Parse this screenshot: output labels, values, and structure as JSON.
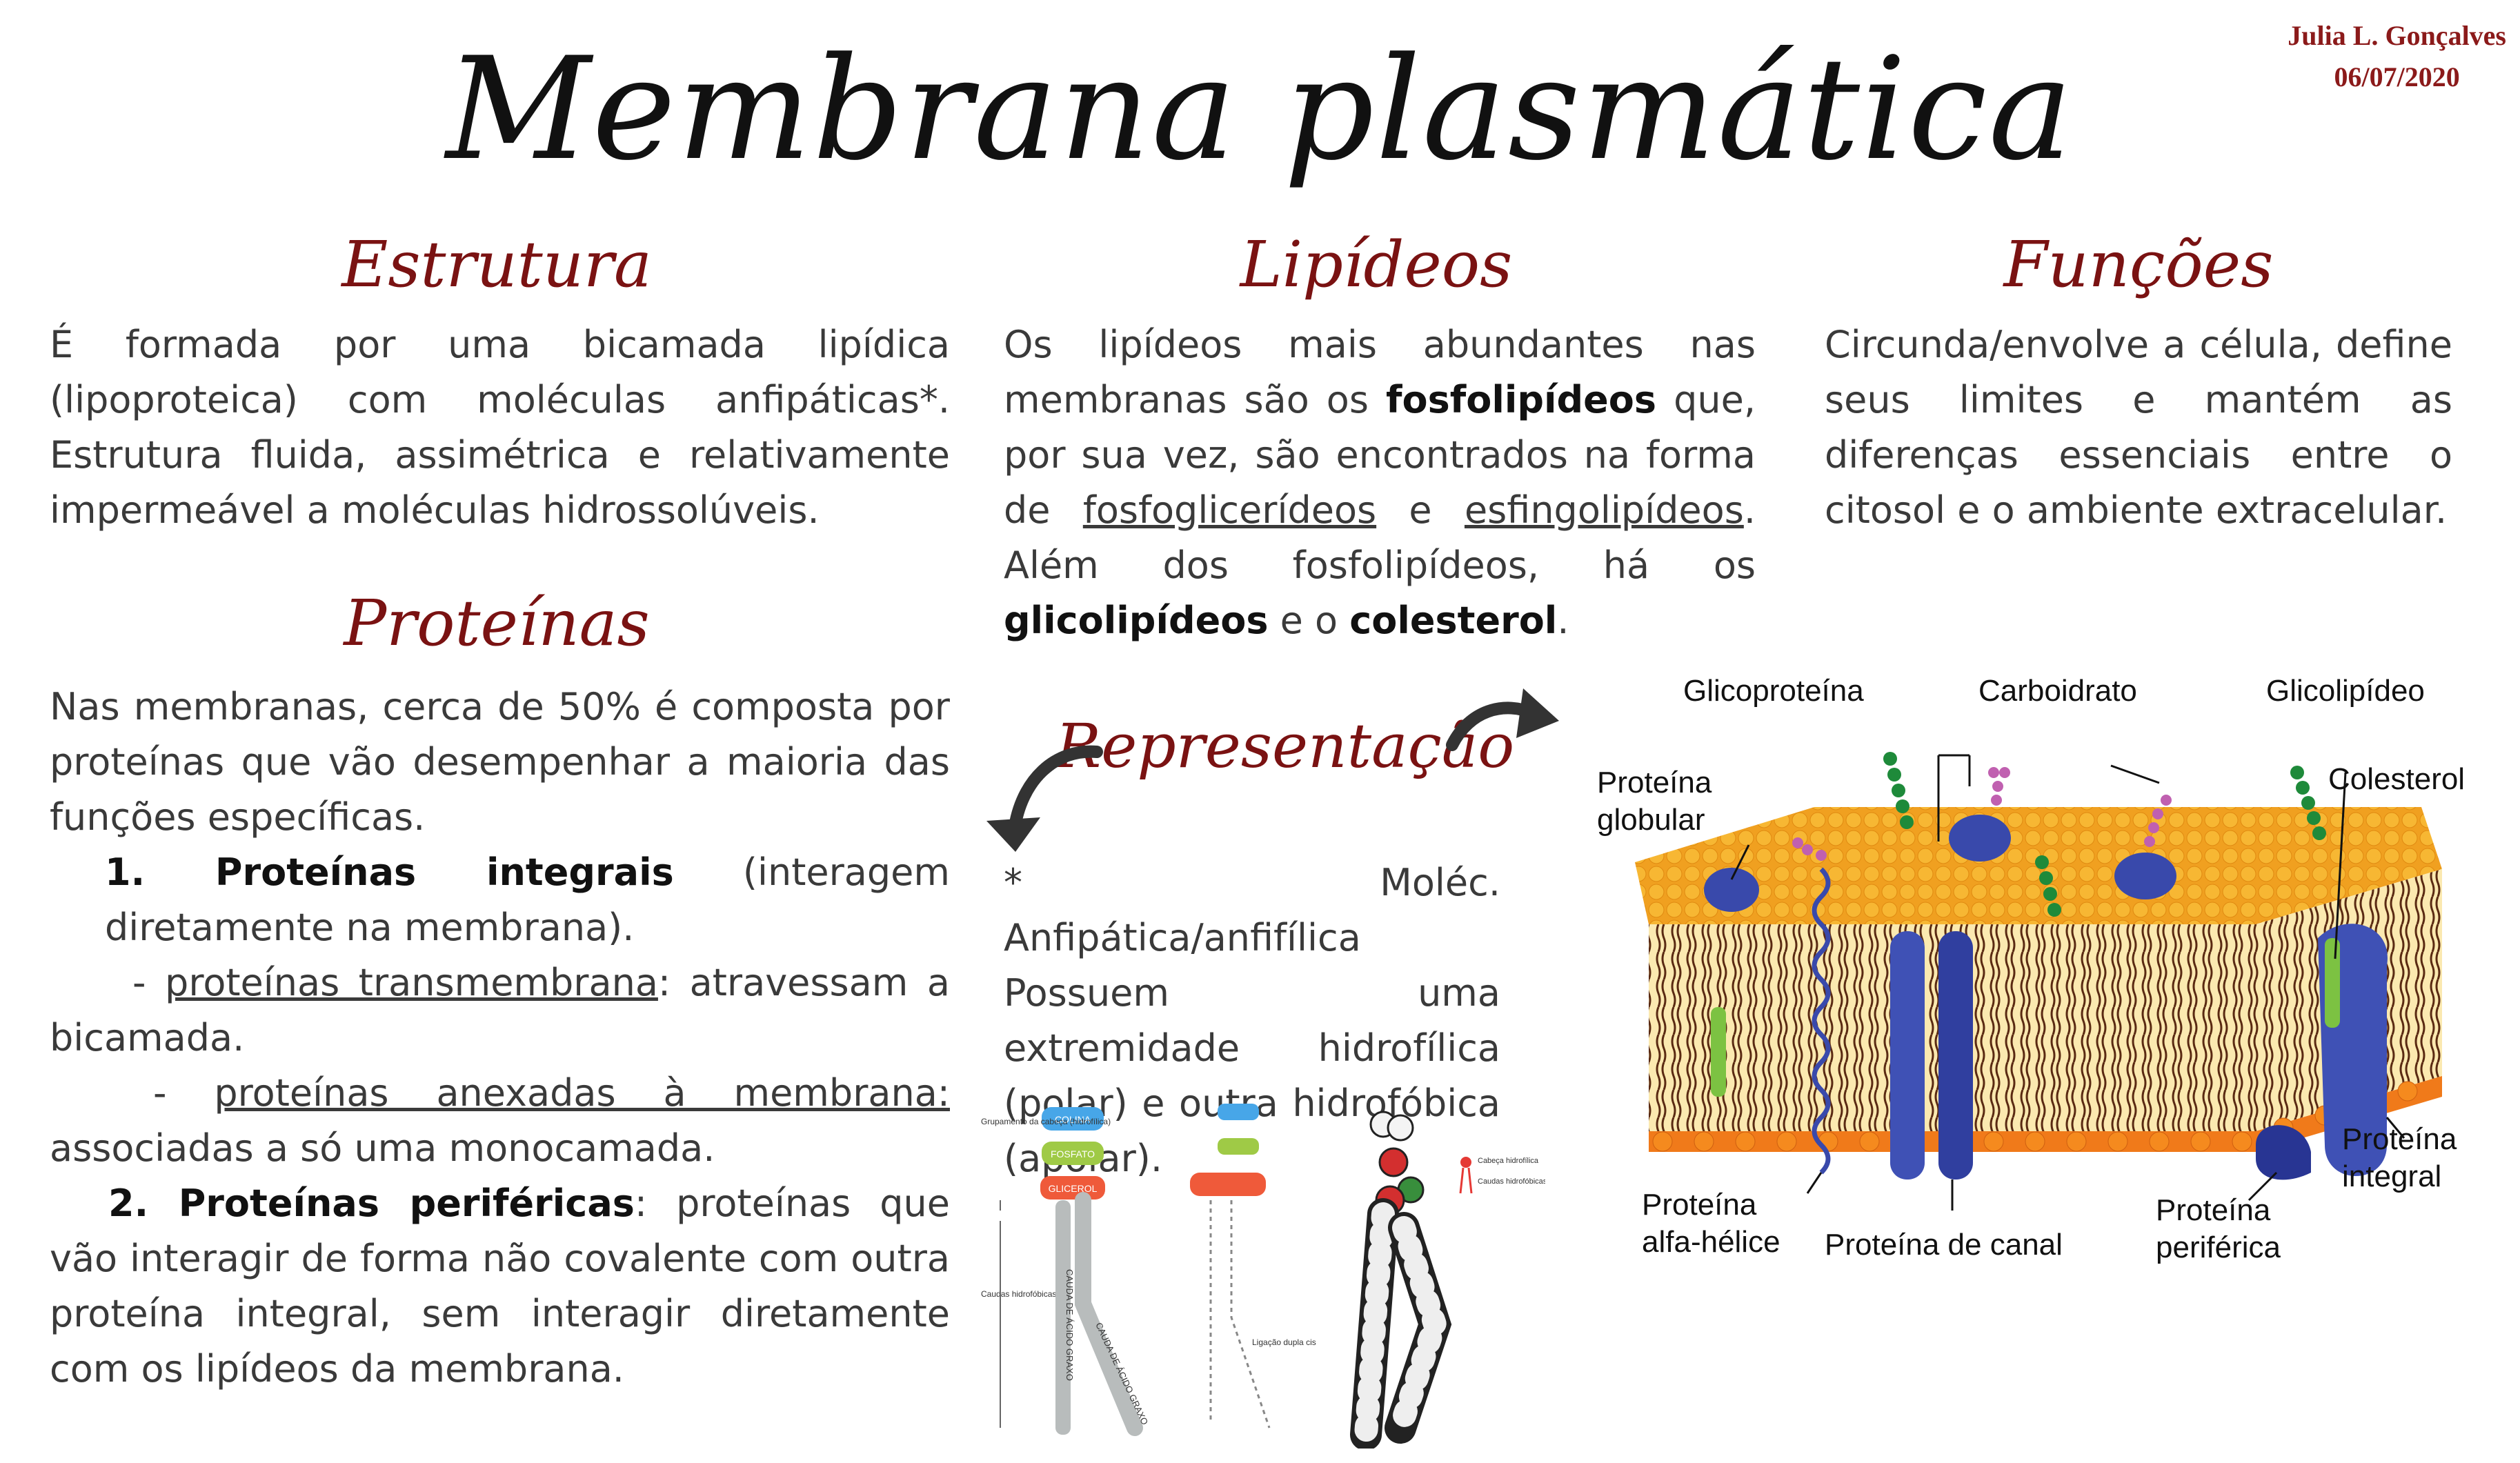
{
  "title": "Membrana plasmática",
  "author": {
    "name": "Julia L. Gonçalves",
    "date": "06/07/2020"
  },
  "estrutura": {
    "heading": "Estrutura",
    "text": "É formada por uma bicamada lipídica (lipoproteica) com moléculas anfipáticas*. Estrutura fluida, assimétrica e relativamente impermeável a moléculas hidrossolúveis."
  },
  "lipideos": {
    "heading": "Lipídeos",
    "t1": "Os lipídeos mais abundantes nas membranas são os ",
    "b1": "fosfolipídeos",
    "t2": " que, por sua vez, são encontrados na forma de ",
    "u1": "fosfoglicerídeos",
    "t3": " e ",
    "u2": "esfingolipídeos",
    "t4": ". Além dos fosfolipídeos, há os ",
    "b2": "glicolipídeos",
    "t5": " e o ",
    "b3": "colesterol",
    "t6": "."
  },
  "funcoes": {
    "heading": "Funções",
    "text": "Circunda/envolve a célula, define seus limites e mantém as diferenças essenciais entre o citosol e o ambiente extracelular."
  },
  "proteinas": {
    "heading": "Proteínas",
    "intro": "Nas membranas, cerca de 50% é composta por proteínas que vão desempenhar a maioria das funções específicas.",
    "item1_title": "1. Proteínas integrais",
    "item1_text": " (interagem diretamente na membrana).",
    "sub1_prefix": "- ",
    "sub1_u": "proteínas transmembrana",
    "sub1_text": ": atravessam a bicamada.",
    "sub2_prefix": "- ",
    "sub2_u": "proteínas anexadas à membrana:",
    "sub2_text": " associadas a só uma monocamada.",
    "item2_title": "2. Proteínas periféricas",
    "item2_text": ": proteínas que vão interagir de forma não covalente com outra proteína integral, sem interagir diretamente com os lipídeos da membrana."
  },
  "representacao": {
    "heading": "Representação",
    "note": "* Moléc. Anfipática/anfifílica Possuem uma extremidade hidrofílica (polar) e outra hidrofóbica (apolar)."
  },
  "phospholipid_figure": {
    "head_labels": [
      "COLINA",
      "FOSFATO",
      "GLICEROL"
    ],
    "group_label": "Grupamento da cabeça (hidrofílica)",
    "tail_label": "Caudas hidrofóbicas",
    "acid1": "CAUDA DE ÁCIDO GRAXO",
    "acid2": "CAUDA DE ÁCIDO GRAXO",
    "double_bond": "Ligação dupla cis",
    "legend_head": "Cabeça hidrofílica",
    "legend_tail": "Caudas hidrofóbicas"
  },
  "membrane_labels": {
    "glicoproteina": "Glicoproteína",
    "carboidrato": "Carboidrato",
    "glicolipideo": "Glicolipídeo",
    "proteina_globular": "Proteína globular",
    "colesterol": "Colesterol",
    "proteina_integral": "Proteína integral",
    "proteina_alfa_helice": "Proteína alfa-hélice",
    "proteina_de_canal": "Proteína de canal",
    "proteina_periferica": "Proteína periférica"
  },
  "colors": {
    "heading": "#7a1212",
    "author": "#8b1a1a",
    "lipid_head": "#f5a623",
    "protein": "#3f51b5",
    "glyco_chain": "#1e8a3a",
    "carbohydrate": "#c060b0"
  }
}
